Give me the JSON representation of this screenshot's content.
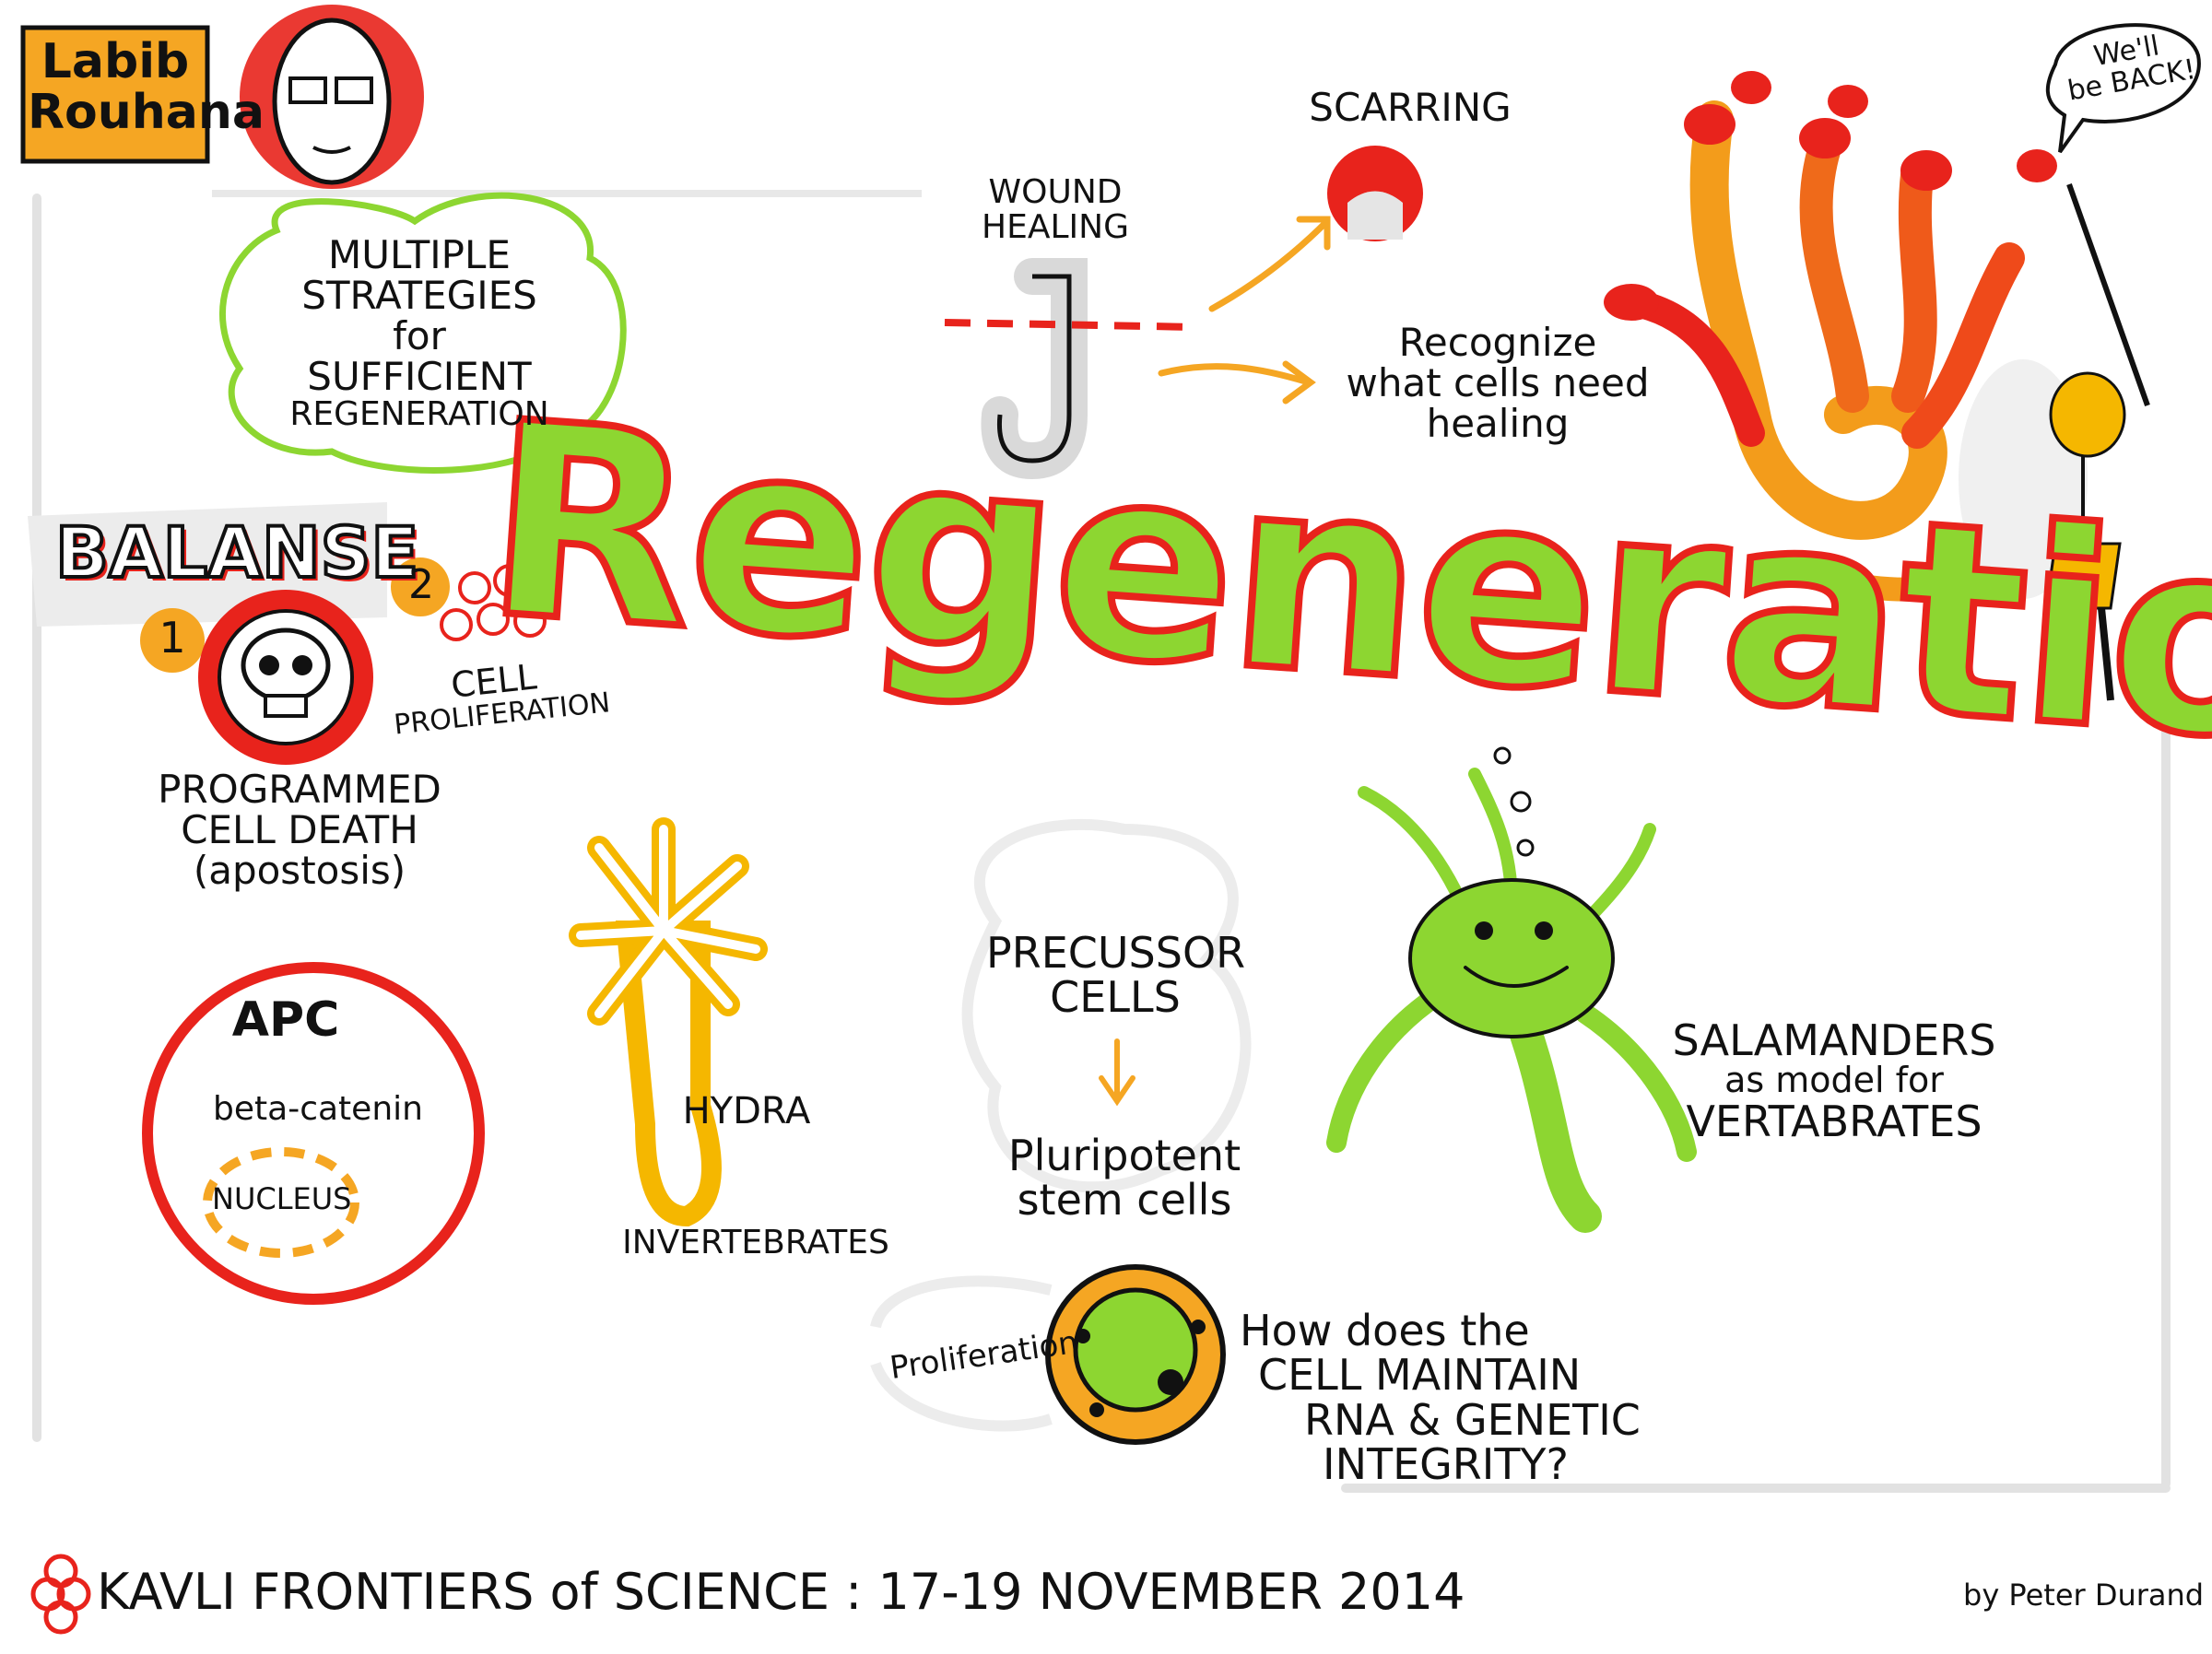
{
  "title": "Regeneration",
  "speaker": {
    "first": "Labib",
    "last": "Rouhana"
  },
  "strategies": [
    "MULTIPLE",
    "STRATEGIES",
    "for",
    "SUFFICIENT",
    "REGENERATION"
  ],
  "balance": {
    "heading": "BALANSE",
    "num1": "1",
    "num2": "2",
    "cell_proliferation": [
      "CELL",
      "PROLIFERATION"
    ],
    "programmed_death": [
      "PROGRAMMED",
      "CELL DEATH",
      "(apostosis)"
    ]
  },
  "apc": {
    "apc": "APC",
    "beta": "beta-catenin",
    "nucleus": "NUCLEUS"
  },
  "hydra": {
    "name": "HYDRA",
    "group": "INVERTEBRATES"
  },
  "wound": {
    "label": [
      "WOUND",
      "HEALING"
    ],
    "scarring": "SCARRING",
    "recognize": [
      "Recognize",
      "what cells need",
      "healing"
    ]
  },
  "hydra_monster": {
    "speech": [
      "We'll",
      "be BACK!"
    ]
  },
  "precursor": {
    "top": [
      "PRECUSSOR",
      "CELLS"
    ],
    "bottom": [
      "Pluripotent",
      "stem cells"
    ]
  },
  "proliferation": "Proliferation",
  "question": [
    "How does the",
    "CELL MAINTAIN",
    "RNA & GENETIC",
    "INTEGRITY?"
  ],
  "salamanders": [
    "SALAMANDERS",
    "as model for",
    "VERTABRATES"
  ],
  "footer": {
    "event": "KAVLI FRONTIERS of SCIENCE : 17-19 NOVEMBER 2014",
    "credit": "by Peter Durand"
  },
  "colors": {
    "red": "#e8231c",
    "orange": "#f39c1b",
    "green": "#8dd631",
    "yellow": "#f5b700",
    "grey": "#e6e6e6"
  }
}
